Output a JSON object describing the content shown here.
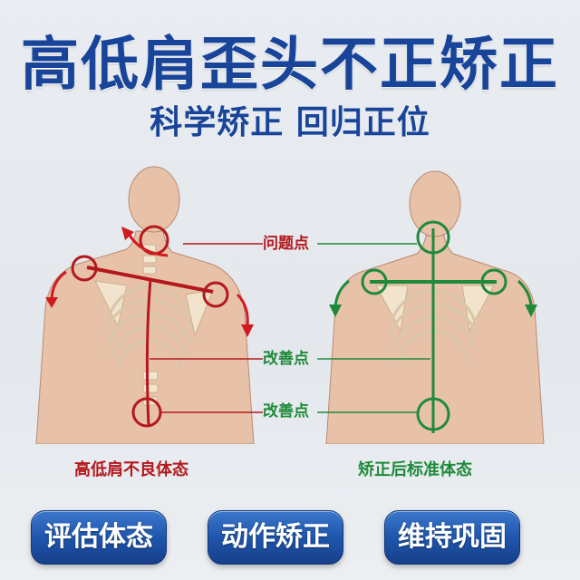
{
  "header": {
    "title": "高低肩歪头不正矫正",
    "subtitle": "科学矫正 回归正位"
  },
  "labels": {
    "problem_point": "问题点",
    "improve_point_1": "改善点",
    "improve_point_2": "改善点"
  },
  "captions": {
    "before": "高低肩不良体态",
    "after": "矫正后标准体态"
  },
  "buttons": [
    {
      "label": "评估体态"
    },
    {
      "label": "动作矫正"
    },
    {
      "label": "维持巩固"
    }
  ],
  "colors": {
    "title_blue": "#18449a",
    "problem_red": "#b3181d",
    "improve_green": "#1f8a3a",
    "button_blue": "#1f56ad"
  }
}
